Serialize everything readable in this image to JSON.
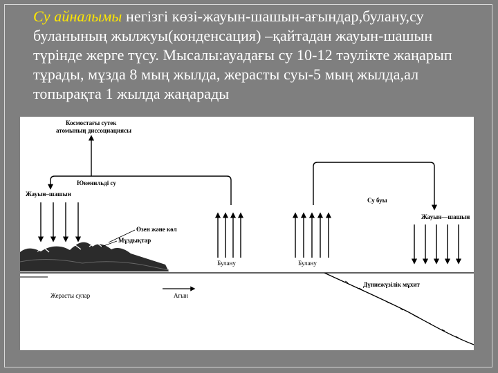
{
  "slide": {
    "heading_highlight": "Су айналымы",
    "heading_rest": " негізгі көзі-жауын-шашын-ағындар,булану,су буланының жылжуы(конденсация) –қайтадан жауын-шашын түрінде жерге түсу. Мысалы:ауадағы су 10-12 тәулікте жаңарып тұрады, мұзда 8 мың жылда, жерасты суы-5 мың жылда,ал топырақта 1 жылда жаңарады"
  },
  "diagram": {
    "label_cosmos_line1": "Космостағы сутек",
    "label_cosmos_line2": "атомының диссоциациясы",
    "label_juvenile": "Ювенильді су",
    "label_precip_left": "Жауын–шашын",
    "label_vapor": "Су буы",
    "label_precip_right": "Жауын—шашын",
    "label_rivers": "Өзен және көл",
    "label_glaciers": "Мұздықтар",
    "label_evap_1": "Булану",
    "label_evap_2": "Булану",
    "label_ocean": "Дүниежүзілік мұхит",
    "label_ground": "Жерасты сулар",
    "label_flow": "Ағын"
  }
}
